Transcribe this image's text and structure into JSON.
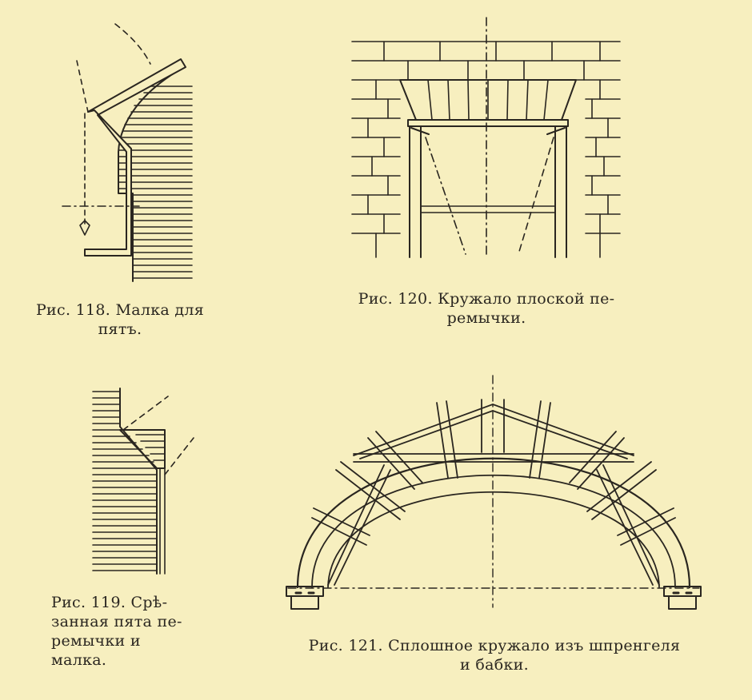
{
  "captions": {
    "fig118": "Рис. 118. Малка для\nпятъ.",
    "fig120": "Рис. 120. Кружало плоской пе-\nремычки.",
    "fig119": "Рис. 119. Срѣ-\nзанная пята пе-\nремычки и\nмалка.",
    "fig121": "Рис. 121. Сплошное кружало изъ шпренгеля\nи бабки."
  },
  "colors": {
    "paper": "#f7efbf",
    "ink": "#2a2620"
  }
}
